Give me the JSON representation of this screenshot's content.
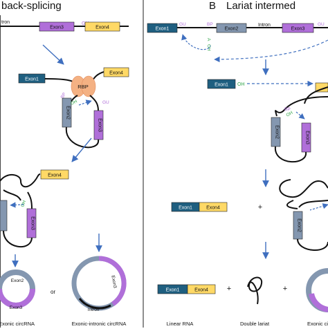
{
  "panel_a": {
    "title": "back-splicing",
    "intron_fragment": "tron",
    "exon3": "Exon3",
    "gu": "GU",
    "exon4": "Exon4",
    "exon1": "Exon1",
    "rbp": "RBP",
    "bp": "BP",
    "exon2": "Exon2",
    "oh": "OH",
    "or": "or",
    "intron": "Intron",
    "caption_left": "Exonic circRNA",
    "caption_right": "Exonic-intronic circRNA"
  },
  "panel_b": {
    "letter": "B",
    "title": "Lariat intermed",
    "exon1": "Exon1",
    "gu": "GU",
    "bp": "BP",
    "a_label": "A",
    "oh": "OH",
    "exon2": "Exon2",
    "intron": "Intron",
    "exon3": "Exon3",
    "exon4": "Exon4",
    "plus": "+",
    "caption_linear": "Linear RNA",
    "caption_lariat": "Double lariat",
    "caption_exonic": "Exonic ci"
  },
  "colors": {
    "exon1": "#1f5f80",
    "exon2": "#8497b0",
    "exon3": "#b06fd9",
    "exon4": "#ffd966",
    "rbp": "#f4b183",
    "arrow": "#3f6fbf",
    "bond": "#33a64a",
    "gu": "#b06fd9",
    "text": "#111111"
  }
}
